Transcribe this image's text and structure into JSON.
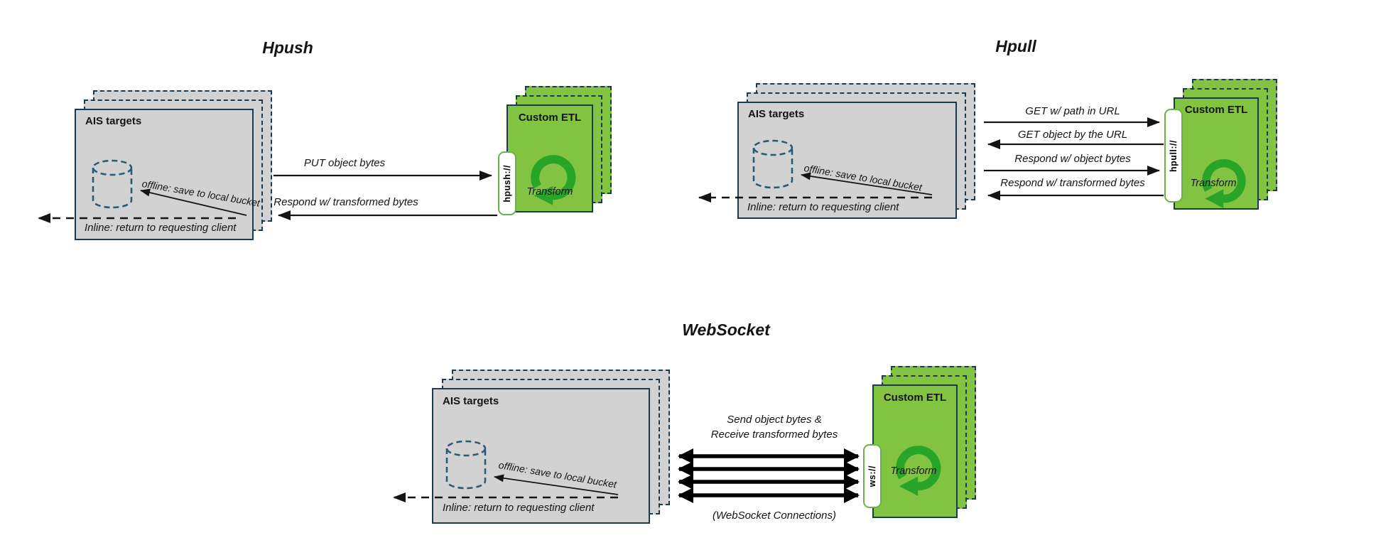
{
  "colors": {
    "background": "#ffffff",
    "box_gray": "#d3d2d2",
    "border_navy": "#1b3a50",
    "etl_green": "#82c341",
    "transform_green": "#28a428",
    "arrow_black": "#141414"
  },
  "diagrams": {
    "hpush": {
      "title": "Hpush",
      "targets": {
        "label": "AIS targets",
        "offline": "offline: save to local bucket",
        "inline": "Inline: return to requesting client"
      },
      "etl": {
        "label": "Custom ETL",
        "protocol": "hpush://",
        "transform": "Transform"
      },
      "arrows": [
        {
          "label": "PUT object bytes",
          "direction": "right"
        },
        {
          "label": "Respond w/ transformed bytes",
          "direction": "left"
        }
      ]
    },
    "hpull": {
      "title": "Hpull",
      "targets": {
        "label": "AIS targets",
        "offline": "offline: save to local bucket",
        "inline": "Inline: return to requesting client"
      },
      "etl": {
        "label": "Custom ETL",
        "protocol": "hpull://",
        "transform": "Transform"
      },
      "arrows": [
        {
          "label": "GET w/ path in URL",
          "direction": "right"
        },
        {
          "label": "GET object by the URL",
          "direction": "left"
        },
        {
          "label": "Respond w/ object bytes",
          "direction": "right"
        },
        {
          "label": "Respond w/ transformed bytes",
          "direction": "left"
        }
      ]
    },
    "websocket": {
      "title": "WebSocket",
      "targets": {
        "label": "AIS targets",
        "offline": "offline: save to local bucket",
        "inline": "Inline: return to requesting client"
      },
      "etl": {
        "label": "Custom ETL",
        "protocol": "ws://",
        "transform": "Transform"
      },
      "channel": {
        "line1": "Send object bytes &",
        "line2": "Receive transformed bytes",
        "caption": "(WebSocket Connections)",
        "connection_count": 4
      }
    }
  }
}
